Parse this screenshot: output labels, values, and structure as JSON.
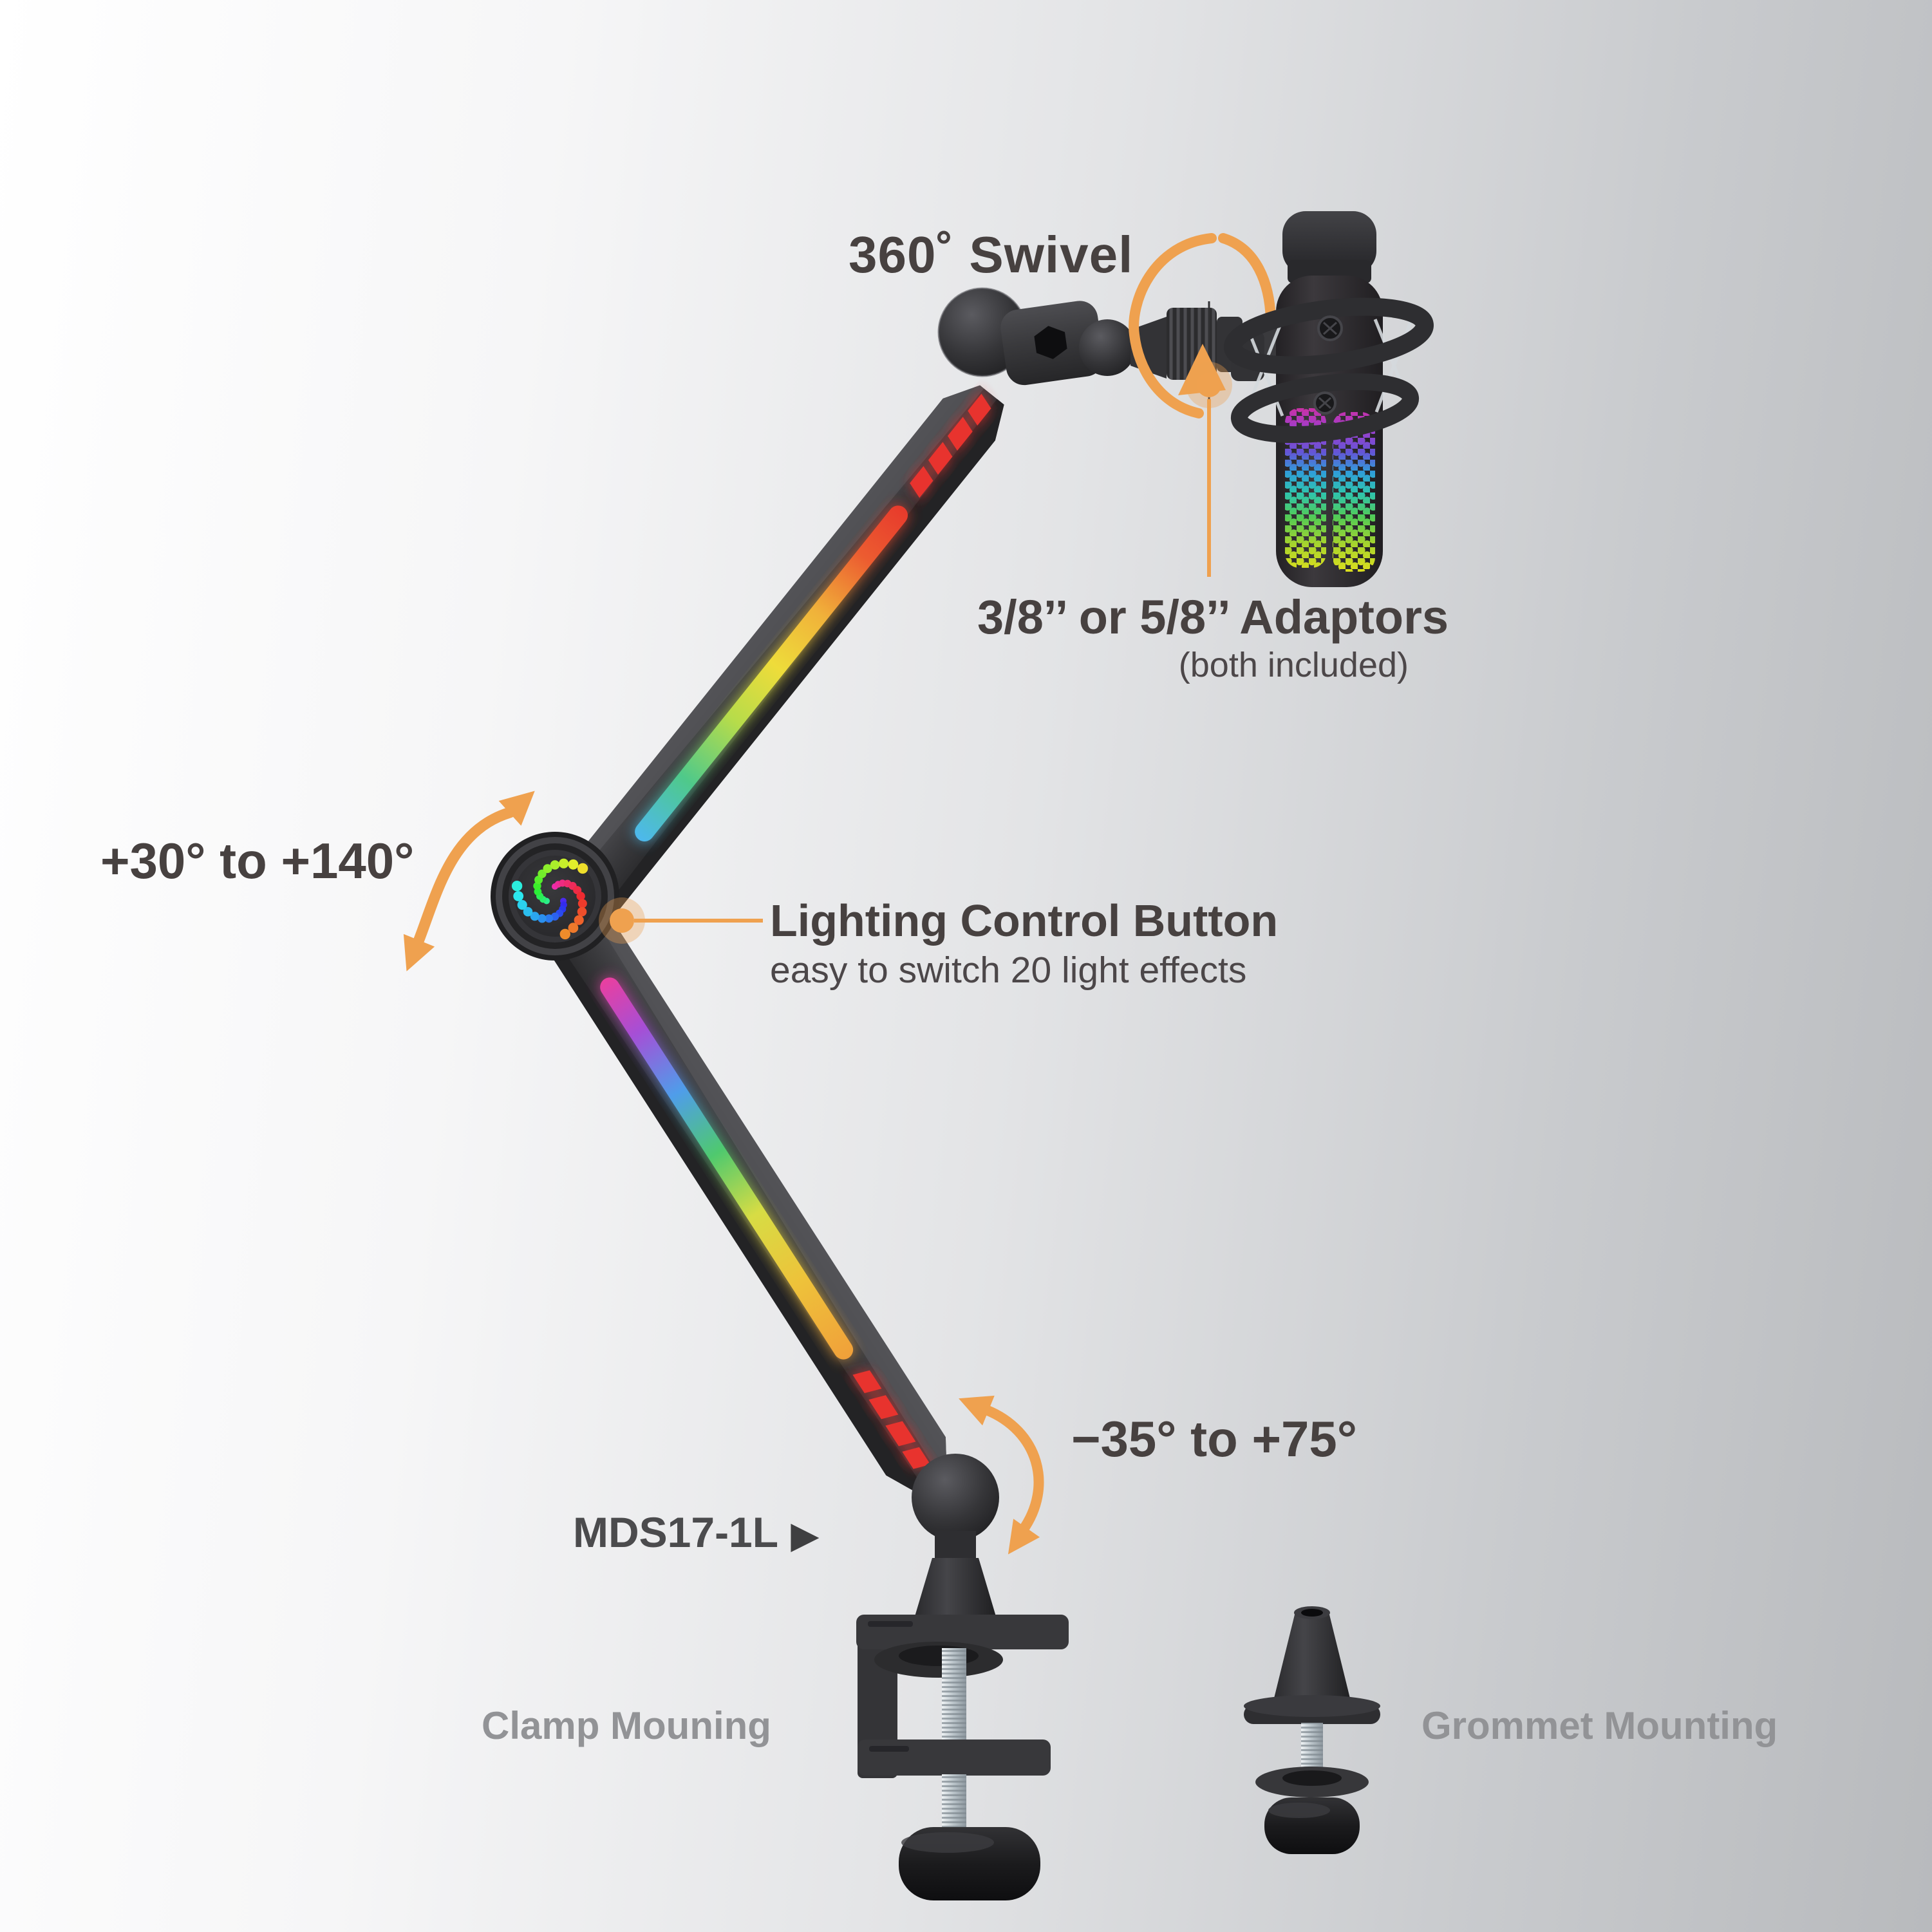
{
  "colors": {
    "accent_orange": "#EFA14F",
    "text_dark": "#474140",
    "text_gray": "#929396",
    "arm_dark": "#3A3A3D",
    "background_left": "#FFFFFF",
    "background_right": "#B8BABD"
  },
  "labels": {
    "swivel": "360˚ Swivel",
    "adaptors_title": "3/8’’ or 5/8’’ Adaptors",
    "adaptors_sub": "(both included)",
    "elbow_range": "+30° to +140°",
    "lighting_title": "Lighting Control Button",
    "lighting_sub": "easy to switch 20 light effects",
    "base_range": "−35° to +75°",
    "model": "MDS17-1L",
    "model_pointer": "▶",
    "clamp_mount": "Clamp Mouning",
    "grommet_mount": "Grommet Mounting"
  }
}
